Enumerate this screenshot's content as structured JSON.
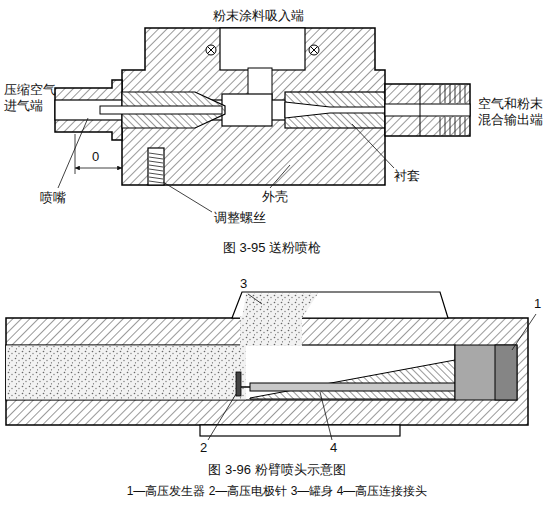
{
  "diagram": {
    "labels": [
      "粉末涂料吸入端",
      "压缩空气进气端",
      "空气和粉末混合输出端",
      "喷嘴",
      "0",
      "调整螺丝",
      "外壳",
      "衬套",
      "图 3-95 送粉喷枪",
      "3",
      "1",
      "2",
      "4",
      "图 3-96 粉臂喷头示意图",
      "1—高压发生器 2—高压电极针 3—罐身 4—高压连接接头"
    ]
  }
}
